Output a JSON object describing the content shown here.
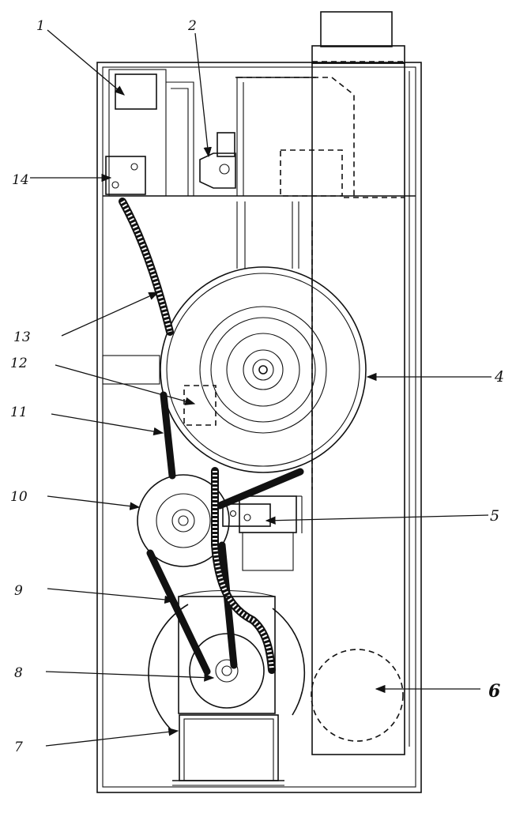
{
  "labels": {
    "l1": "1",
    "l2": "2",
    "l14": "14",
    "l13": "13",
    "l12": "12",
    "l11": "11",
    "l10": "10",
    "l9": "9",
    "l8": "8",
    "l7": "7",
    "l4": "4",
    "l5": "5",
    "l6": "6"
  }
}
